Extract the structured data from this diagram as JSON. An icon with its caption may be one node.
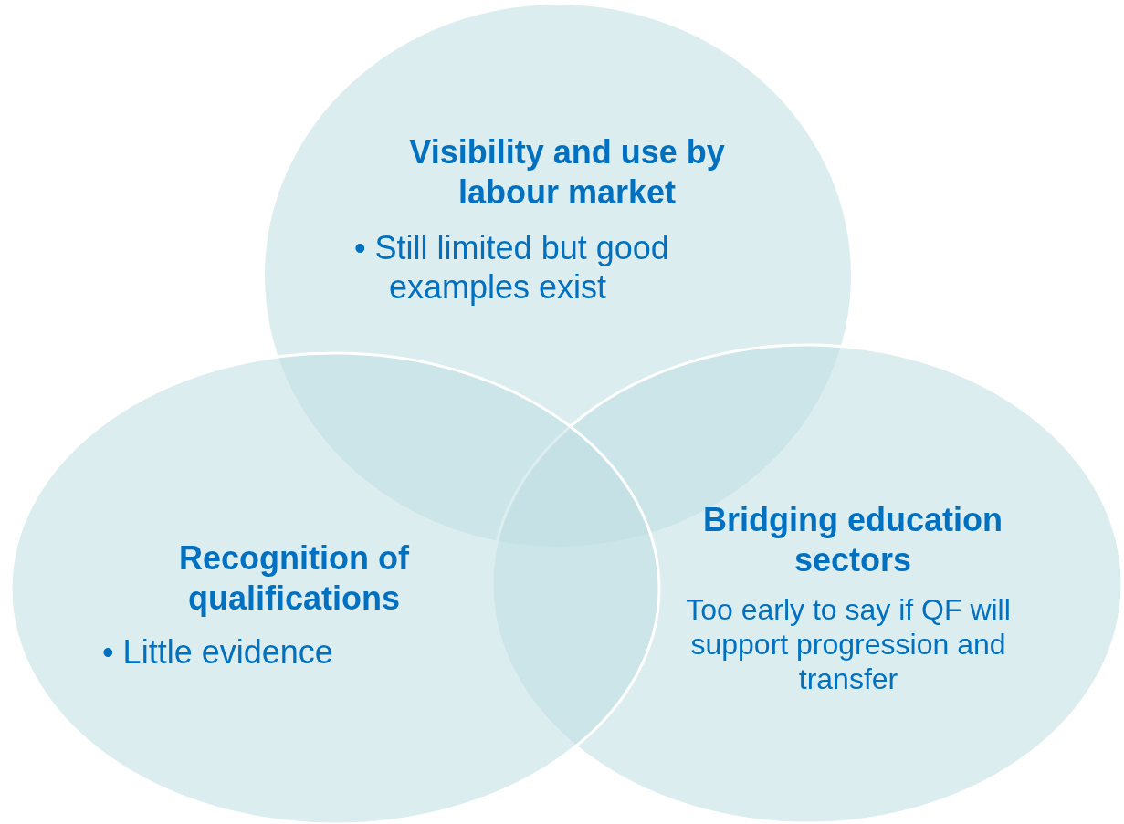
{
  "diagram": {
    "nodes": [
      {
        "text": [
          "Visibility and use by labour market",
          "• Still limited but good examples exist"
        ]
      },
      {
        "text": [
          "Bridging education sectors",
          "Too early to say if QF will support progression and transfer"
        ]
      },
      {
        "text": [
          "Recognition of qualifications",
          "• Little evidence"
        ]
      }
    ]
  }
}
